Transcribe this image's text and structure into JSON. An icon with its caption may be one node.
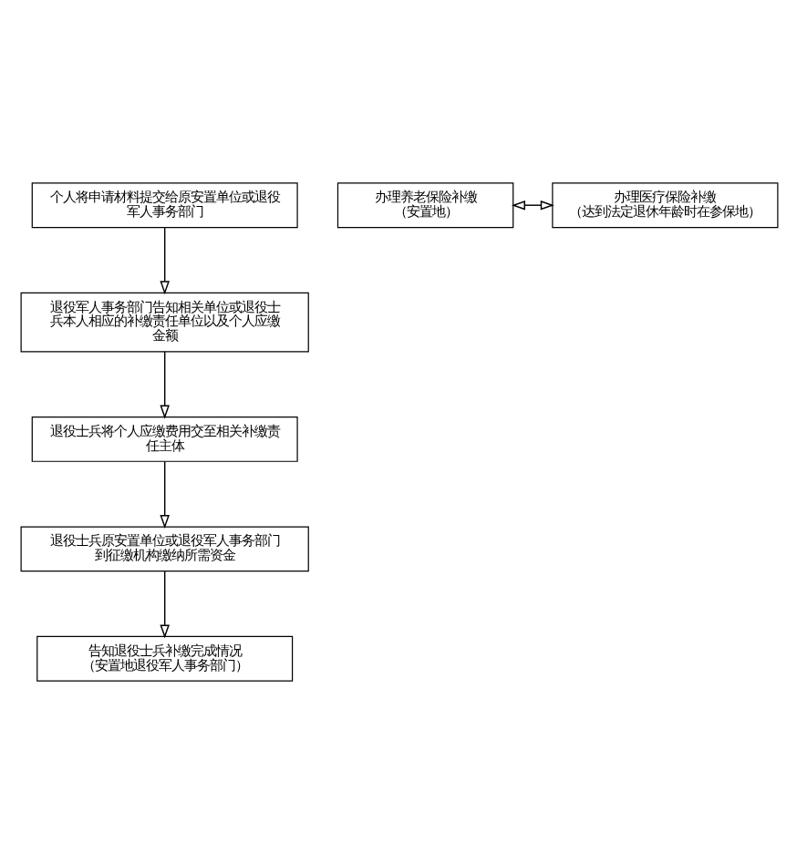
{
  "diagram": {
    "nodes": [
      {
        "text": [
          "个人将申请材料提交给原安置单位或退役军人事务部门"
        ]
      },
      {
        "text": [
          "退役军人事务部门告知相关单位或退役士兵本人相应的补缴责任单位以及个人应缴金额"
        ]
      },
      {
        "text": [
          "退役士兵将个人应缴费用交至相关补缴责任主体"
        ]
      },
      {
        "text": [
          "退役士兵原安置单位或退役军人事务部门到征缴机构缴纳所需资金"
        ]
      },
      {
        "text": [
          "办理养老保险补缴",
          "（安置地）"
        ]
      },
      {
        "text": [
          "办理医疗保险补缴",
          "（达到法定退休年龄时在参保地）"
        ]
      },
      {
        "text": [
          "告知退役士兵补缴完成情况",
          "（安置地退役军人事务部门）"
        ]
      }
    ],
    "edges": [
      {
        "from": 0,
        "to": 1,
        "arrow": "to"
      },
      {
        "from": 1,
        "to": 2,
        "arrow": "to"
      },
      {
        "from": 2,
        "to": 3,
        "arrow": "to"
      },
      {
        "from": 3,
        "to": 6,
        "arrow": "to"
      },
      {
        "from": 4,
        "to": 5,
        "arrow": "both"
      }
    ]
  }
}
